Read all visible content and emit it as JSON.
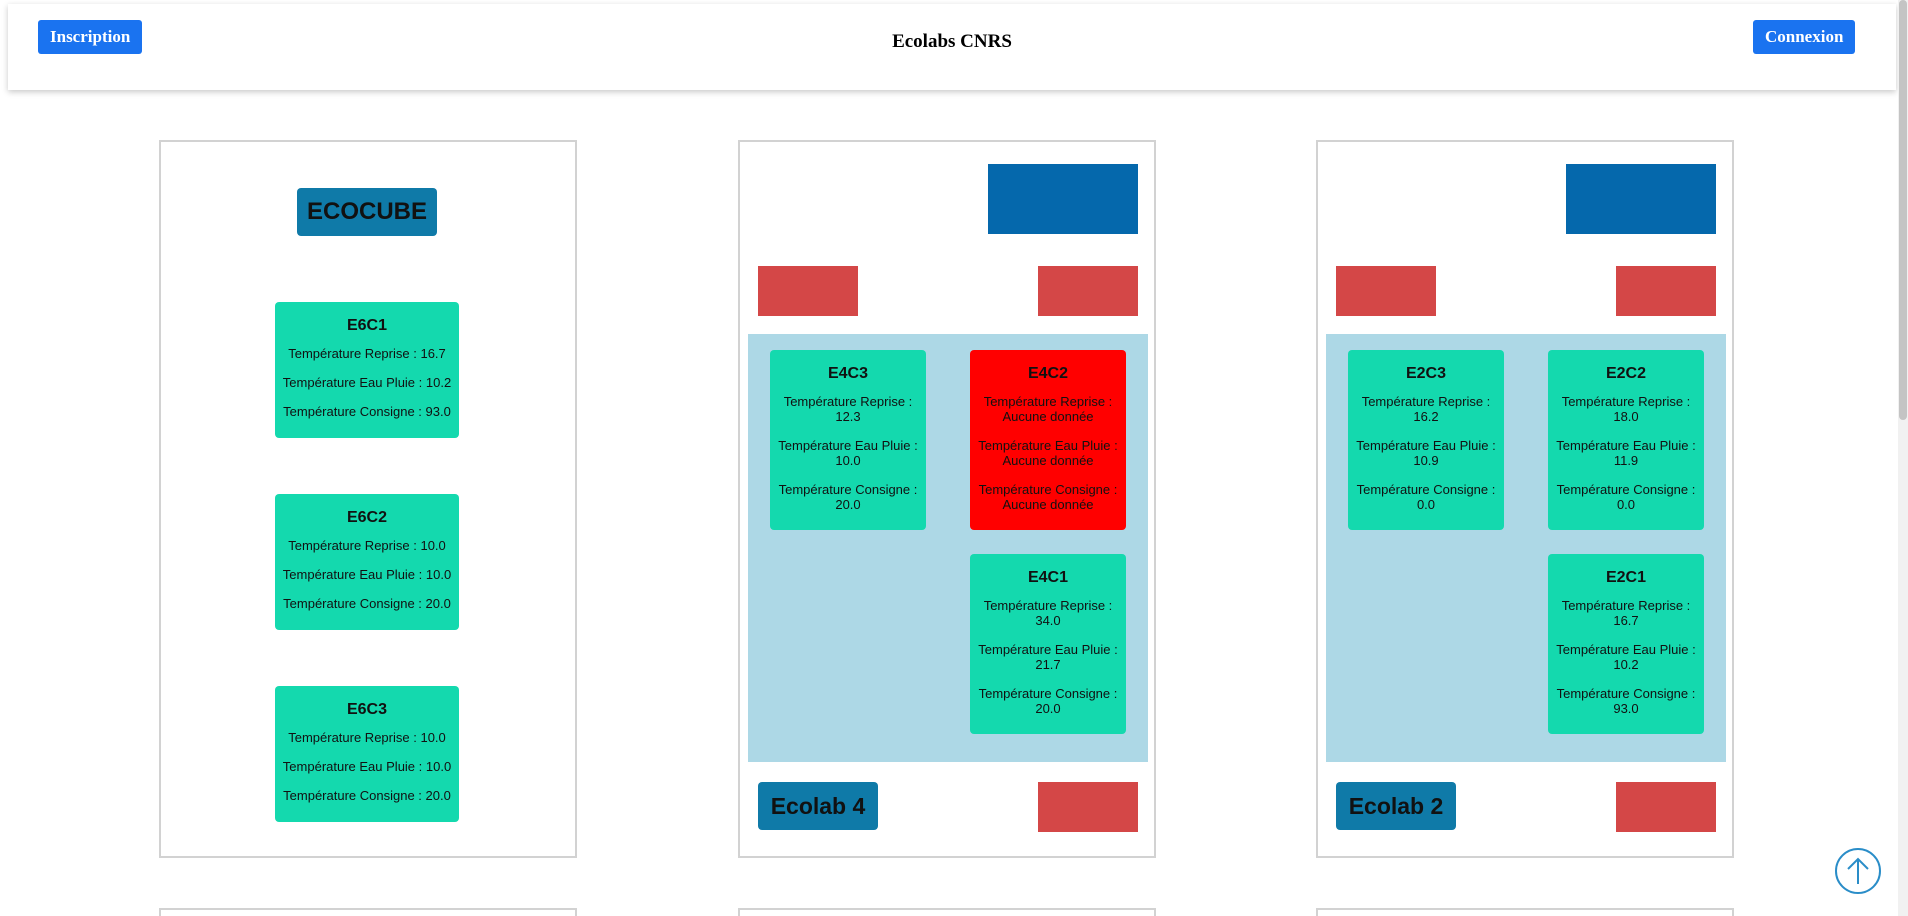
{
  "header": {
    "title": "Ecolabs CNRS",
    "register_label": "Inscription",
    "login_label": "Connexion"
  },
  "labels": {
    "reprise": "Température Reprise :",
    "eau": "Température Eau Pluie :",
    "consigne": "Température Consigne :"
  },
  "ecocube": {
    "name": "ECOCUBE",
    "rooms": [
      {
        "name": "E6C1",
        "reprise": "16.7",
        "eau": "10.2",
        "consigne": "93.0"
      },
      {
        "name": "E6C2",
        "reprise": "10.0",
        "eau": "10.0",
        "consigne": "20.0"
      },
      {
        "name": "E6C3",
        "reprise": "10.0",
        "eau": "10.0",
        "consigne": "20.0"
      }
    ]
  },
  "ecolab4": {
    "name": "Ecolab 4",
    "rooms": [
      {
        "name": "E4C3",
        "reprise": "12.3",
        "eau": "10.0",
        "consigne": "20.0",
        "status": "ok"
      },
      {
        "name": "E4C2",
        "reprise": "Aucune donnée",
        "eau": "Aucune donnée",
        "consigne": "Aucune donnée",
        "status": "no-data"
      },
      {
        "name": "E4C1",
        "reprise": "34.0",
        "eau": "21.7",
        "consigne": "20.0",
        "status": "ok"
      }
    ]
  },
  "ecolab2": {
    "name": "Ecolab 2",
    "rooms": [
      {
        "name": "E2C3",
        "reprise": "16.2",
        "eau": "10.9",
        "consigne": "0.0",
        "status": "ok"
      },
      {
        "name": "E2C2",
        "reprise": "18.0",
        "eau": "11.9",
        "consigne": "0.0",
        "status": "ok"
      },
      {
        "name": "E2C1",
        "reprise": "16.7",
        "eau": "10.2",
        "consigne": "93.0",
        "status": "ok"
      }
    ]
  },
  "colors": {
    "primary_button": "#1a73f0",
    "room_ok": "#14d9ae",
    "room_alert": "#ff0000",
    "badge": "#0f7aa8",
    "block_blue": "#0568ac",
    "block_red": "#d44747",
    "zone": "#add8e6"
  },
  "icons": {
    "scroll_top": "arrow-up-circle-icon"
  }
}
